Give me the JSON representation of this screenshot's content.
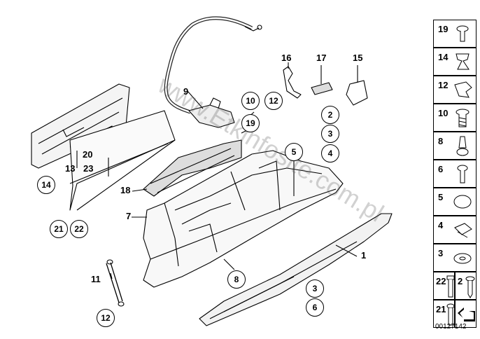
{
  "diagram": {
    "callouts": {
      "p9": "9",
      "p10": "10",
      "p12a": "12",
      "p16": "16",
      "p17": "17",
      "p15": "15",
      "p19a": "19",
      "p2": "2",
      "p3a": "3",
      "p4": "4",
      "p5": "5",
      "p20": "20",
      "p13": "13",
      "p23": "23",
      "p14": "14",
      "p18": "18",
      "p7": "7",
      "p21": "21",
      "p22": "22",
      "p1": "1",
      "p8": "8",
      "p11": "11",
      "p12b": "12",
      "p3b": "3",
      "p6": "6"
    },
    "legend": [
      {
        "num": "19",
        "icon": "screw-icon"
      },
      {
        "num": "14",
        "icon": "bracket-clip-icon"
      },
      {
        "num": "12",
        "icon": "spring-clip-icon"
      },
      {
        "num": "10",
        "icon": "hex-bolt-icon"
      },
      {
        "num": "8",
        "icon": "rubber-buffer-icon"
      },
      {
        "num": "6",
        "icon": "round-screw-icon"
      },
      {
        "num": "5",
        "icon": "plug-cap-icon"
      },
      {
        "num": "4",
        "icon": "clip-nut-icon"
      },
      {
        "num": "3",
        "icon": "washer-icon"
      }
    ],
    "legend_bottom": [
      {
        "num": "22",
        "icon": "bolt-icon"
      },
      {
        "num": "2",
        "icon": "self-tapping-screw-icon"
      },
      {
        "num": "21",
        "icon": "long-screw-icon"
      },
      {
        "num": "",
        "icon": "arrow-icon"
      }
    ],
    "diagram_id": "00127142",
    "watermark": "www.Etkinfosite.com.pl"
  }
}
